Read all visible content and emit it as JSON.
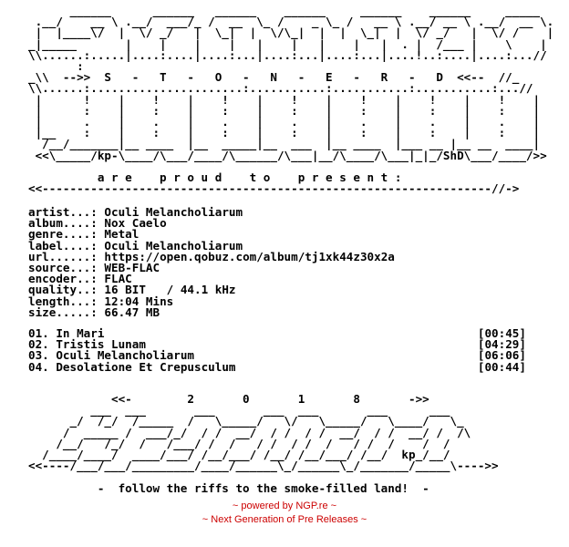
{
  "header_art": "      ______      ______   ______    ______     ______    ______     _____\n .__/    __ \\ .__/  ___/_ /  __  \\_ /    _ \\_ /   __ \\ .__/ __ \\ .__/  __ \\.\n |  |____\\/  |  \\/ _/   |  \\_|  |  \\/\\_|  |  |  \\_|  |  \\/ _/   |  \\/ /    |\n_|_____       |    |    |    |   |    |   |    |   |  . |  /___ |    \\    |\n\\\\......:.....|....:....|....:...|....:...|....:...|....!..:....|....:...//\n       :                                                                  \n_\\\\  -->>  S   -   T   -   O   -   N   -   E   -   R   -   D  <<--  //_\n\\\\......:......................:...........:...........:...........:...//\n |      !    |    !    |    !    |    !    |    !    |    !    |    !    |\n |      :    |    :    |    :    |    :    |    :    |    :    |    :    |\n |      .    |    .    |    .    |    .    |    .    |    .    |    .    |\n |__    :    |    :    |    :    |    :    |    :    |    :    |    :    |\n  /__/_______|__ ____  |__  _____|__  ___  |__ ____  |___ __ |__ __  ____|\n <<\\_____/kp-\\____/\\___/____/\\______/\\___|__/\\____/\\___|_|_/ShD\\___/____/>>",
  "present_line": "          a r e    p r o u d    t o    p r e s e n t :",
  "present_rule": "<<-----------------------------------------------------------------//->",
  "info": {
    "artist_label": "artist...:",
    "artist": "Oculi Melancholiarum",
    "album_label": "album....:",
    "album": "Nox Caelo",
    "genre_label": "genre....:",
    "genre": "Metal",
    "label_label": "label....:",
    "label": "Oculi Melancholiarum",
    "url_label": "url......:",
    "url": "https://open.qobuz.com/album/tj1xk44z30x2a",
    "source_label": "source...:",
    "source": "WEB-FLAC",
    "encoder_label": "encoder..:",
    "encoder": "FLAC",
    "quality_label": "quality..:",
    "quality": "16 BIT   / 44.1 kHz",
    "length_label": "length...:",
    "length": "12:04 Mins",
    "size_label": "size.....:",
    "size": "66.47 MB"
  },
  "tracks": [
    {
      "no": "01.",
      "title": "In Mari",
      "duration": "[00:45]"
    },
    {
      "no": "02.",
      "title": "Tristis Lunam",
      "duration": "[04:29]"
    },
    {
      "no": "03.",
      "title": "Oculi Melancholiarum",
      "duration": "[06:06]"
    },
    {
      "no": "04.",
      "title": "Desolatione Et Crepusculum",
      "duration": "[00:44]"
    }
  ],
  "year_line": "            <<-        2       0       1       8       ->>",
  "year_art": "         ___  ___       ___       ___  ___       ___      ___\n      _/  /_/  /_____  /   \\_____/   \\/   \\_____/   \\____/   \\_\n     /  _____ /  ___/_/  / /  __/  / /  / /  __/  / /  __/ /  /\\\n    /__/   /_/  /   /___/ /  /   / /  / /  /   / /  /    /  /\n  /____/____/  ____/___/ /__/___/ /__/ /__/___/ /__/  kp_/__/\n<<----/___/___/_________/____/______\\_/______\\_/_______/_____\\---->>",
  "tagline": "          -  follow the riffs to the smoke-filled land!  -",
  "footer": {
    "line1": "~ powered by NGP.re ~",
    "line2": "~ Next Generation of Pre Releases ~"
  },
  "colors": {
    "text": "#000000",
    "footer": "#cc0000",
    "background": "#ffffff"
  }
}
